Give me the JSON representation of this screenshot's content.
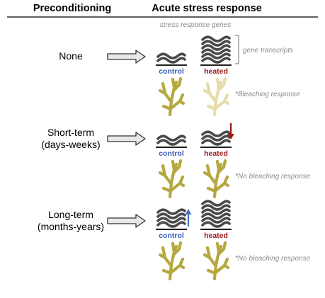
{
  "headers": {
    "preconditioning": "Preconditioning",
    "acute": "Acute stress response"
  },
  "annotations": {
    "stress_genes": "stress response genes",
    "gene_transcripts": "gene transcripts"
  },
  "labels": {
    "control": "control",
    "heated": "heated"
  },
  "colors": {
    "control": "#3a5bb5",
    "heated": "#9c1a1a",
    "wave": "#4a4a4a",
    "coral": "#b5a83f",
    "coral_bleached": "#e6dcaa",
    "arrow_up": "#4a6fc8",
    "arrow_down": "#9c1a1a",
    "note": "#8a8a8a"
  },
  "rows": [
    {
      "label_lines": [
        "None"
      ],
      "control_waves": 2,
      "heated_waves": 6,
      "heated_bleached": true,
      "note": "*Bleaching response",
      "indicator": "none"
    },
    {
      "label_lines": [
        "Short-term",
        "(days-weeks)"
      ],
      "control_waves": 2,
      "heated_waves": 3,
      "heated_bleached": false,
      "note": "*No bleaching response",
      "indicator": "down"
    },
    {
      "label_lines": [
        "Long-term",
        "(months-years)"
      ],
      "control_waves": 4,
      "heated_waves": 6,
      "heated_bleached": false,
      "note": "*No bleaching response",
      "indicator": "up"
    }
  ]
}
